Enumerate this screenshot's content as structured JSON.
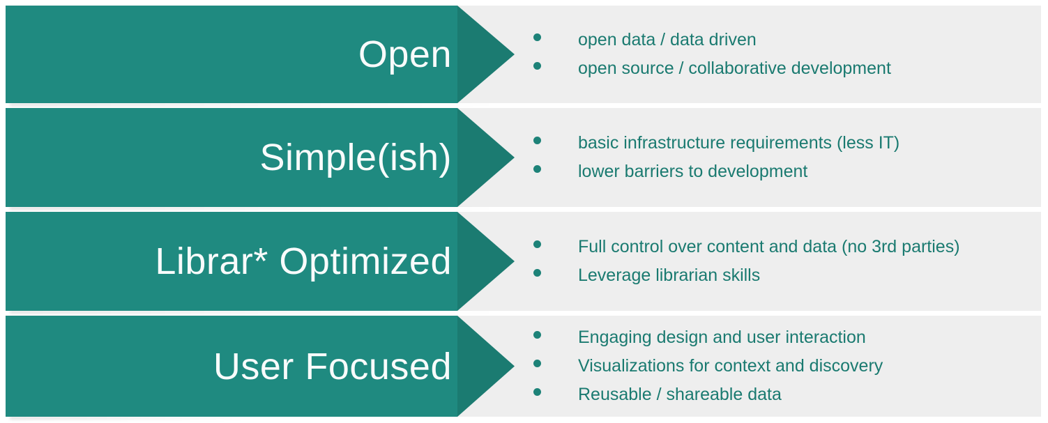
{
  "theme": {
    "chevron_fill": "#1f8a80",
    "chevron_arrow_fill": "#1b7b71",
    "panel_background": "#eeeeee",
    "label_text_color": "#ffffff",
    "bullet_text_color": "#1a7a70",
    "page_background": "#ffffff"
  },
  "rows": [
    {
      "label": "Open",
      "bullets": [
        "open data / data driven",
        "open source / collaborative development"
      ]
    },
    {
      "label": "Simple(ish)",
      "bullets": [
        "basic infrastructure requirements (less IT)",
        "lower barriers to development"
      ]
    },
    {
      "label": "Librar* Optimized",
      "bullets": [
        "Full control over content and data (no 3rd parties)",
        "Leverage librarian skills"
      ]
    },
    {
      "label": "User Focused",
      "bullets": [
        "Engaging design and user interaction",
        "Visualizations for context and discovery",
        "Reusable / shareable data"
      ]
    }
  ]
}
